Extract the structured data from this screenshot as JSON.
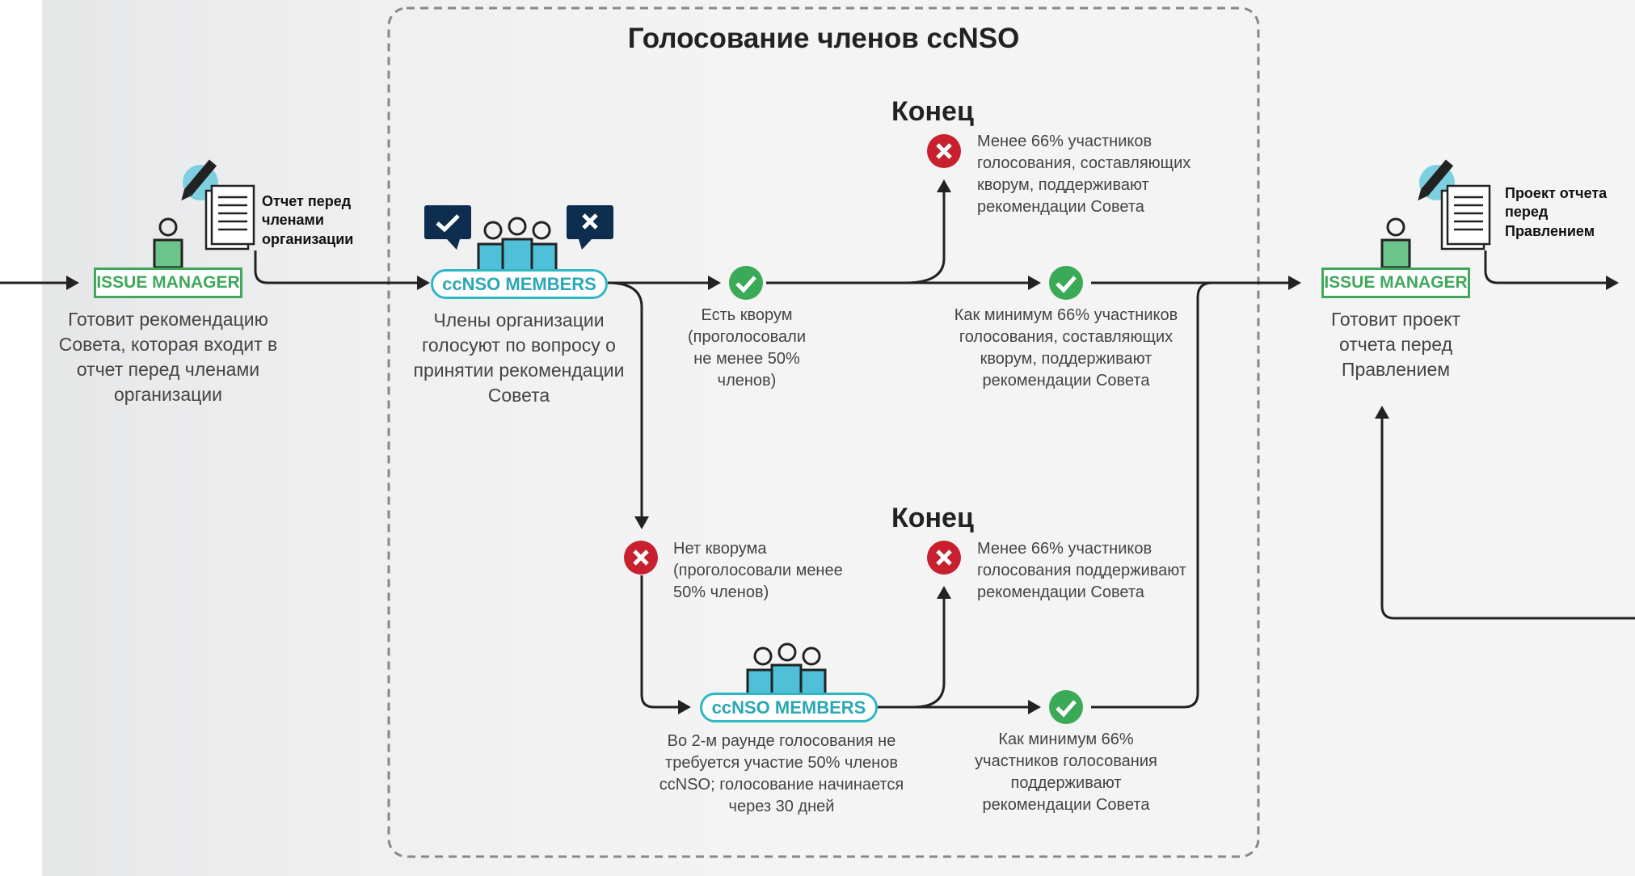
{
  "group_box": {
    "title": "Голосование членов ccNSO"
  },
  "nodes": {
    "issue_manager_1": {
      "tag": "ISSUE MANAGER",
      "caption": "Готовит рекомендацию Совета, которая входит в отчет перед членами организации",
      "doc_label": "Отчет перед членами организации"
    },
    "ccnso_members_1": {
      "tag": "ccNSO MEMBERS",
      "caption": "Члены организации голосуют по вопросу о принятии рекомендации Совета"
    },
    "quorum_yes": {
      "caption": "Есть кворум (проголосовали не менее 50% членов)"
    },
    "end_top": {
      "label": "Конец",
      "caption": "Менее 66% участников голосования, составляющих кворум, поддерживают рекомендации Совета"
    },
    "support_top": {
      "caption": "Как минимум 66% участников голосования, составляющих кворум, поддерживают рекомендации Совета"
    },
    "quorum_no": {
      "caption": "Нет кворума (проголосовали менее 50% членов)"
    },
    "end_bottom": {
      "label": "Конец",
      "caption": "Менее 66% участников голосования поддерживают рекомендации Совета"
    },
    "ccnso_members_2": {
      "tag": "ccNSO MEMBERS",
      "caption": "Во 2-м раунде голосования не требуется участие 50% членов ccNSO; голосование начинается через 30 дней"
    },
    "support_bottom": {
      "caption": "Как минимум 66% участников голосования поддерживают рекомендации Совета"
    },
    "issue_manager_2": {
      "tag": "ISSUE MANAGER",
      "caption": "Готовит проект отчета перед Правлением",
      "doc_label": "Проект отчета перед Правлением"
    }
  },
  "colors": {
    "issue_manager": "#3fa85c",
    "ccnso_members": "#2eb8c3",
    "check": "#3aaa57",
    "cross": "#c8202e",
    "person_blue": "#4fc0d8",
    "speech_bubble": "#0c2d4d",
    "arrow": "#222222",
    "group_border": "#888888"
  },
  "icons": [
    "person-icon",
    "document-pencil-icon",
    "group-people-icon",
    "speech-check-icon",
    "speech-cross-icon",
    "check-circle-icon",
    "cross-circle-icon"
  ]
}
